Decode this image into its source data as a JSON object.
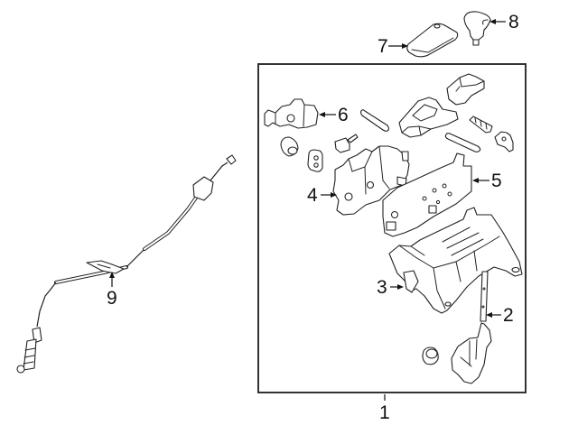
{
  "diagram": {
    "title": "Automatic transmission shifter assembly exploded view",
    "callouts": [
      {
        "number": "1",
        "part": "shifter-assembly"
      },
      {
        "number": "2",
        "part": "shift-lever"
      },
      {
        "number": "3",
        "part": "shifter-base"
      },
      {
        "number": "4",
        "part": "shift-lock-unit"
      },
      {
        "number": "5",
        "part": "indicator-panel"
      },
      {
        "number": "6",
        "part": "position-switch"
      },
      {
        "number": "7",
        "part": "knob-cover"
      },
      {
        "number": "8",
        "part": "shift-knob"
      },
      {
        "number": "9",
        "part": "shift-cable"
      }
    ],
    "colors": {
      "line": "#222222",
      "background": "#ffffff",
      "frame": "#333333"
    }
  }
}
